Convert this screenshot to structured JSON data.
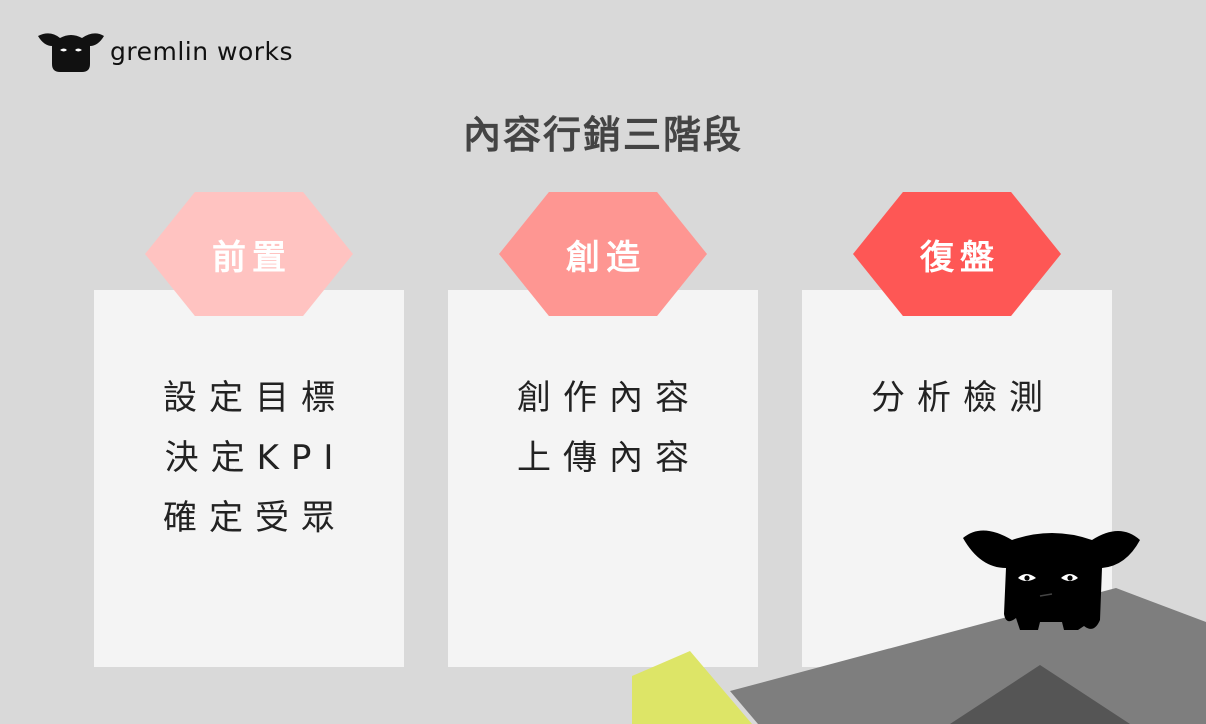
{
  "brand": {
    "name": "gremlin works",
    "logo_icon": "gremlin-mascot-icon"
  },
  "title": "內容行銷三階段",
  "stages": [
    {
      "label": "前置",
      "color": "#ffc3c1",
      "lines": [
        "設定目標",
        "決定KPI",
        "確定受眾"
      ]
    },
    {
      "label": "創造",
      "color": "#fe9692",
      "lines": [
        "創作內容",
        "上傳內容"
      ]
    },
    {
      "label": "復盤",
      "color": "#fe5755",
      "lines": [
        "分析檢測"
      ]
    }
  ],
  "colors": {
    "background": "#d9d9d9",
    "card": "#f4f4f4",
    "accent_yellow": "#dde567",
    "mountain": "#7e7e7e"
  }
}
